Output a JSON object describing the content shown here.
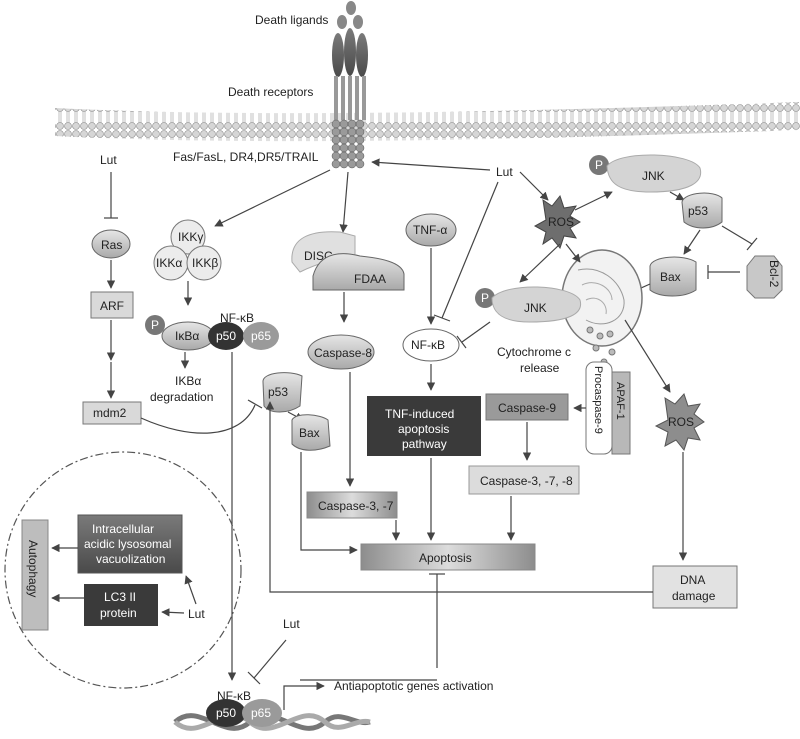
{
  "membrane": {
    "death_ligands": "Death ligands",
    "death_receptors": "Death receptors",
    "receptor_types": "Fas/FasL, DR4,DR5/TRAIL"
  },
  "lut_labels": [
    "Lut",
    "Lut",
    "Lut",
    "Lut"
  ],
  "left_path": {
    "ras": "Ras",
    "arf": "ARF",
    "mdm2": "mdm2"
  },
  "nfkb_complex": {
    "ikk_gamma": "IKKγ",
    "ikk_alpha": "IKKα",
    "ikk_beta": "IKKβ",
    "nfkb_label": "NF-κB",
    "p": "P",
    "ikba": "IκBα",
    "p50": "p50",
    "p65": "p65",
    "ikba_degradation_line1": "IKBα",
    "ikba_degradation_line2": "degradation"
  },
  "disc": {
    "disc": "DISC",
    "fdaa": "FDAA"
  },
  "center": {
    "caspase8": "Caspase-8",
    "tnf_alpha": "TNF-α",
    "nfkb": "NF-κB",
    "tnf_pathway_line1": "TNF-induced",
    "tnf_pathway_line2": "apoptosis",
    "tnf_pathway_line3": "pathway",
    "p53": "p53",
    "bax": "Bax",
    "caspase37": "Caspase-3, -7",
    "apoptosis": "Apoptosis"
  },
  "right": {
    "ros_top": "ROS",
    "jnk_top_p": "P",
    "jnk_top": "JNK",
    "p53": "p53",
    "bax": "Bax",
    "bcl2": "Bcl-2",
    "jnk_mid_p": "P",
    "jnk_mid": "JNK",
    "cyto_line1": "Cytochrome c",
    "cyto_line2": "release",
    "procaspase9": "Procaspase-9",
    "apaf1": "APAF-1",
    "caspase9": "Caspase-9",
    "caspase378": "Caspase-3, -7, -8",
    "ros_low": "ROS",
    "dna_line1": "DNA",
    "dna_line2": "damage"
  },
  "autophagy": {
    "autophagy": "Autophagy",
    "vac_line1": "Intracellular",
    "vac_line2": "acidic lysosomal",
    "vac_line3": "vacuolization",
    "lc3_line1": "LC3 II",
    "lc3_line2": "protein"
  },
  "bottom": {
    "nfkb": "NF-κB",
    "p50": "p50",
    "p65": "p65",
    "antiapoptotic": "Antiapoptotic genes activation"
  },
  "colors": {
    "dark_box": "#3a3a3a",
    "mid_gray": "#9a9a9a",
    "light_gray": "#d2d2d2",
    "line": "#444444"
  }
}
